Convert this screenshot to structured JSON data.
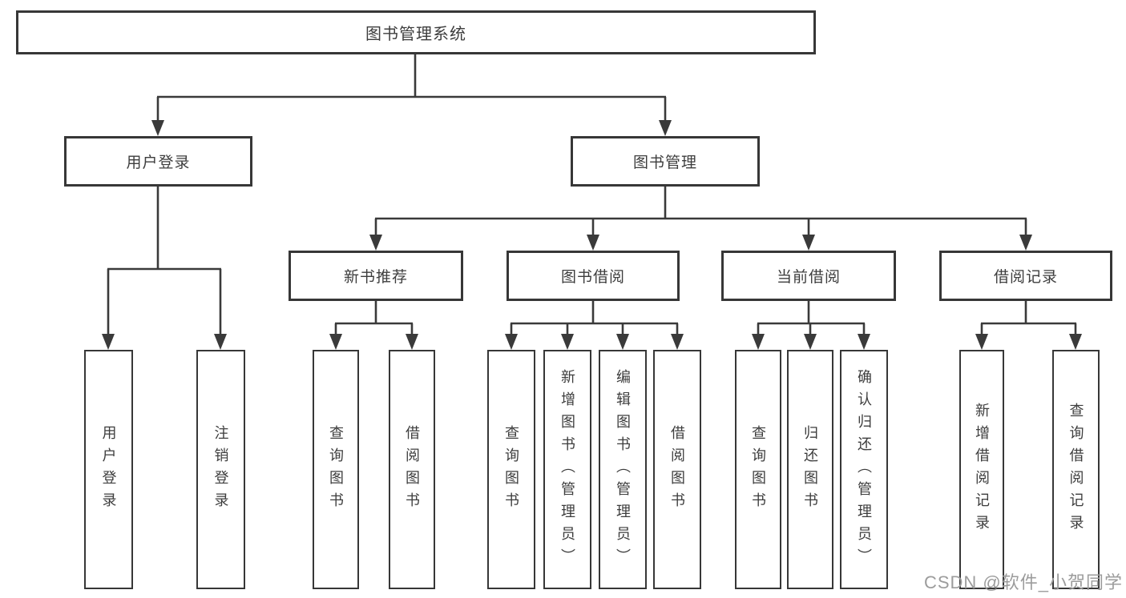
{
  "page": {
    "background_color": "#ffffff",
    "line_color": "#3a3a3a",
    "text_color": "#3d3d3d",
    "watermark_color": "#9c9c9c"
  },
  "diagram": {
    "type": "hierarchy-tree",
    "root": {
      "label": "图书管理系统"
    },
    "level2": [
      {
        "label": "用户登录"
      },
      {
        "label": "图书管理"
      }
    ],
    "level3": [
      {
        "label": "新书推荐"
      },
      {
        "label": "图书借阅"
      },
      {
        "label": "当前借阅"
      },
      {
        "label": "借阅记录"
      }
    ],
    "leaves": {
      "user_login": [
        {
          "label": "用户登录"
        },
        {
          "label": "注销登录"
        }
      ],
      "new_book": [
        {
          "label": "查询图书"
        },
        {
          "label": "借阅图书"
        }
      ],
      "book_borrow": [
        {
          "label": "查询图书"
        },
        {
          "label": "新增图书（管理员）"
        },
        {
          "label": "编辑图书（管理员）"
        },
        {
          "label": "借阅图书"
        }
      ],
      "current_borrow": [
        {
          "label": "查询图书"
        },
        {
          "label": "归还图书"
        },
        {
          "label": "确认归还（管理员）"
        }
      ],
      "borrow_record": [
        {
          "label": "新增借阅记录"
        },
        {
          "label": "查询借阅记录"
        }
      ]
    }
  },
  "watermark": {
    "text": "CSDN @软件_小贺同学"
  }
}
